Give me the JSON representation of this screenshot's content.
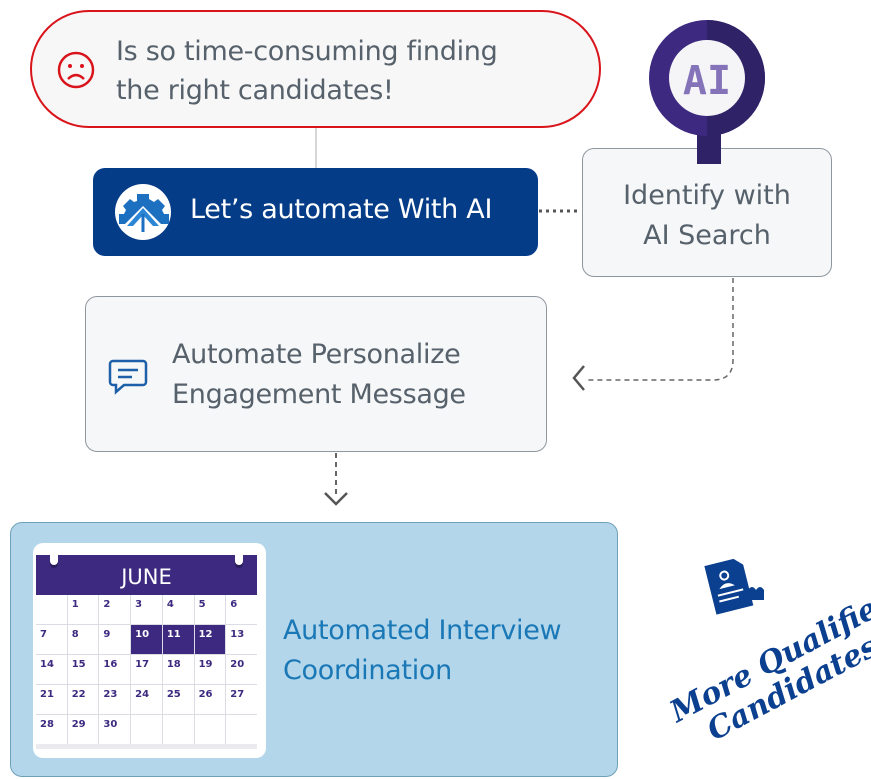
{
  "problem": {
    "line1": "Is so time-consuming finding",
    "line2": "the right candidates!",
    "icon": "sad-face-icon"
  },
  "automate": {
    "label": "Let’s automate With AI",
    "icon": "gear-logo-icon"
  },
  "identify": {
    "line1": "Identify with",
    "line2": "AI Search",
    "icon_text": "AI",
    "icon": "magnifier-icon"
  },
  "engage": {
    "line1": "Automate Personalize",
    "line2": "Engagement Message",
    "icon": "chat-icon"
  },
  "interview": {
    "line1": "Automated Interview",
    "line2": "Coordination",
    "calendar": {
      "month": "JUNE",
      "days": [
        "",
        "1",
        "2",
        "3",
        "4",
        "5",
        "6",
        "7",
        "8",
        "9",
        "10",
        "11",
        "12",
        "13",
        "14",
        "15",
        "16",
        "17",
        "18",
        "19",
        "20",
        "21",
        "22",
        "23",
        "24",
        "25",
        "26",
        "27",
        "28",
        "29",
        "30",
        "",
        "",
        "",
        ""
      ],
      "highlighted": [
        "10",
        "11",
        "12"
      ]
    }
  },
  "result": {
    "line1": "More Qualified",
    "line2": "Candidates!",
    "icon": "resume-icon"
  },
  "colors": {
    "red": "#d9141b",
    "navy": "#043c87",
    "purple": "#3d2a80",
    "light_blue": "#b3d6ea",
    "accent_text": "#1a78b6"
  }
}
